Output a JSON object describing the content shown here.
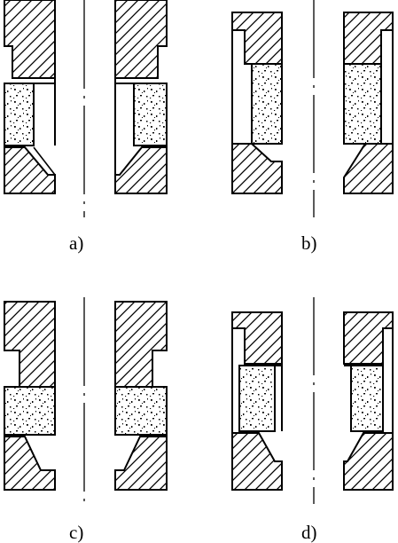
{
  "panels": [
    {
      "id": "a",
      "label": "a)"
    },
    {
      "id": "b",
      "label": "b)"
    },
    {
      "id": "c",
      "label": "c)"
    },
    {
      "id": "d",
      "label": "d)"
    }
  ],
  "colors": {
    "stroke": "#000000",
    "background": "#ffffff"
  }
}
